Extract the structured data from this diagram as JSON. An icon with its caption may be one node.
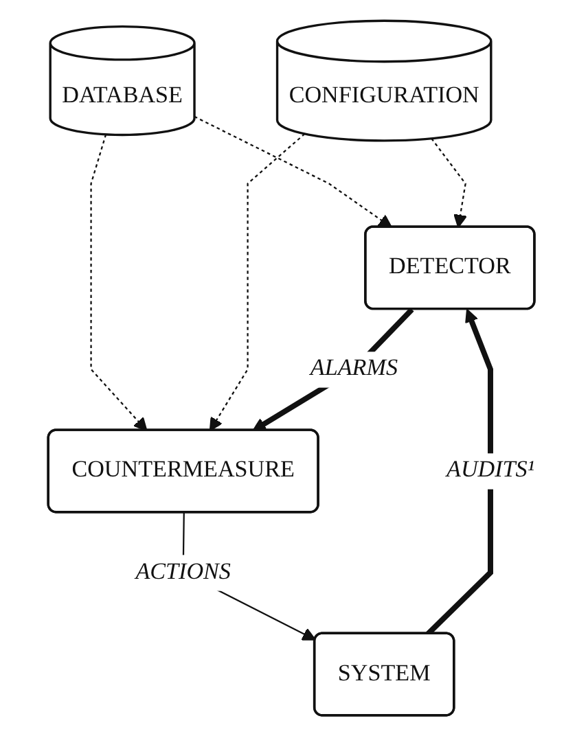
{
  "diagram": {
    "nodes": [
      {
        "text": [
          "DATABASE"
        ]
      },
      {
        "text": [
          "CONFIGURATION"
        ]
      },
      {
        "text": [
          "DETECTOR"
        ]
      },
      {
        "text": [
          "COUNTERMEASURE"
        ]
      },
      {
        "text": [
          "SYSTEM"
        ]
      }
    ],
    "edges": [
      {
        "from": 0,
        "to": 2,
        "arrow": "to",
        "style": "dashed"
      },
      {
        "from": 0,
        "to": 3,
        "arrow": "to",
        "style": "dashed"
      },
      {
        "from": 1,
        "to": 2,
        "arrow": "to",
        "style": "dashed"
      },
      {
        "from": 1,
        "to": 3,
        "arrow": "to",
        "style": "dashed"
      },
      {
        "from": 2,
        "to": 3,
        "arrow": "to",
        "label": "ALARMS",
        "style": "thick"
      },
      {
        "from": 4,
        "to": 2,
        "arrow": "to",
        "label": "AUDITS¹",
        "style": "thick"
      },
      {
        "from": 3,
        "to": 4,
        "arrow": "to",
        "label": "ACTIONS"
      }
    ]
  }
}
